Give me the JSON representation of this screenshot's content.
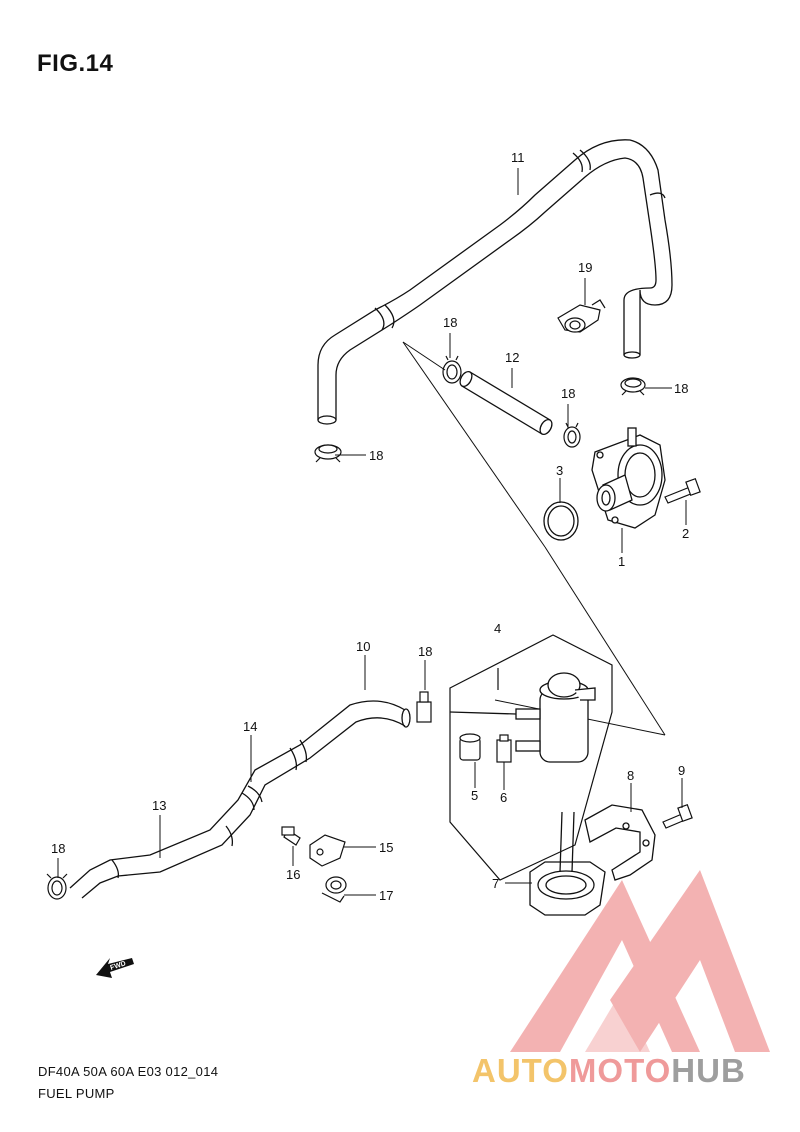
{
  "figure": {
    "title": "FIG.14"
  },
  "footer": {
    "model_line": "DF40A 50A 60A E03 012_014",
    "section_name": "FUEL PUMP"
  },
  "fwd_arrow": {
    "label": "FWD"
  },
  "watermark": {
    "brand_part1": "AUTO",
    "brand_part2": "MOTO",
    "brand_part3": "HUB",
    "colors": {
      "part1": "#f3c46a",
      "part2": "#ef9a9a",
      "part3": "#9e9e9e",
      "logo": "#ef9a9a"
    }
  },
  "callouts": {
    "c1": "1",
    "c2": "2",
    "c3": "3",
    "c4": "4",
    "c5": "5",
    "c6": "6",
    "c7": "7",
    "c8": "8",
    "c9": "9",
    "c10": "10",
    "c11": "11",
    "c12": "12",
    "c13": "13",
    "c14": "14",
    "c15": "15",
    "c16": "16",
    "c17": "17",
    "c18": "18",
    "c19": "19"
  }
}
